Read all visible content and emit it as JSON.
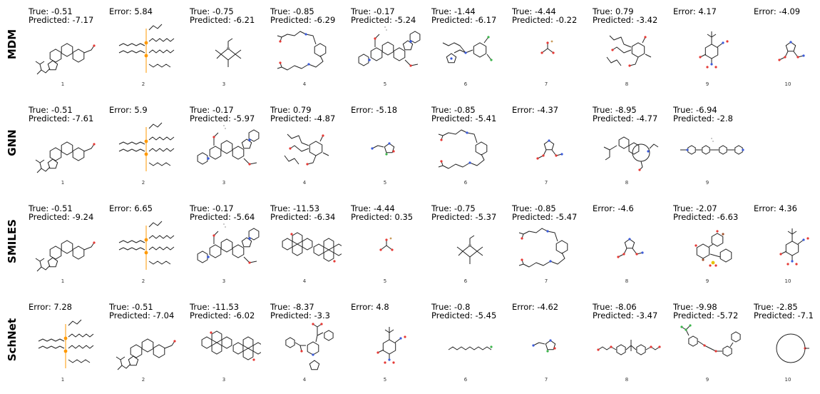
{
  "rows": [
    {
      "method": "MDM",
      "cells": [
        {
          "idx": "1",
          "line1": "True: -0.51",
          "line2": "Predicted: -7.17",
          "mol": "steroid"
        },
        {
          "idx": "2",
          "line1": "Error: 5.84",
          "line2": "",
          "mol": "phosphonium"
        },
        {
          "idx": "3",
          "line1": "True: -0.75",
          "line2": "Predicted: -6.21",
          "mol": "tin"
        },
        {
          "idx": "4",
          "line1": "True: -0.85",
          "line2": "Predicted: -6.29",
          "mol": "macrocycle"
        },
        {
          "idx": "5",
          "line1": "True: -0.17",
          "line2": "Predicted: -5.24",
          "mol": "pancuronium"
        },
        {
          "idx": "6",
          "line1": "True: -1.44",
          "line2": "Predicted: -6.17",
          "mol": "aryl"
        },
        {
          "idx": "7",
          "line1": "True: -4.44",
          "line2": "Predicted: -0.22",
          "mol": "small"
        },
        {
          "idx": "8",
          "line1": "True: 0.79",
          "line2": "Predicted: -3.42",
          "mol": "cyclohexenone"
        },
        {
          "idx": "9",
          "line1": "Error: 4.17",
          "line2": "",
          "mol": "nitro"
        },
        {
          "idx": "10",
          "line1": "Error: -4.09",
          "line2": "",
          "mol": "imidazole"
        }
      ]
    },
    {
      "method": "GNN",
      "cells": [
        {
          "idx": "1",
          "line1": "True: -0.51",
          "line2": "Predicted: -7.61",
          "mol": "steroid"
        },
        {
          "idx": "2",
          "line1": "Error: 5.9",
          "line2": "",
          "mol": "phosphonium"
        },
        {
          "idx": "3",
          "line1": "True: -0.17",
          "line2": "Predicted: -5.97",
          "mol": "pancuronium"
        },
        {
          "idx": "4",
          "line1": "True: 0.79",
          "line2": "Predicted: -4.87",
          "mol": "cyclohexenone"
        },
        {
          "idx": "5",
          "line1": "Error: -5.18",
          "line2": "",
          "mol": "hydantoin"
        },
        {
          "idx": "6",
          "line1": "True: -0.85",
          "line2": "Predicted: -5.41",
          "mol": "macrocycle"
        },
        {
          "idx": "7",
          "line1": "Error: -4.37",
          "line2": "",
          "mol": "imidazole"
        },
        {
          "idx": "8",
          "line1": "True: -8.95",
          "line2": "Predicted: -4.77",
          "mol": "alkaloid"
        },
        {
          "idx": "9",
          "line1": "True: -6.94",
          "line2": "Predicted: -2.8",
          "mol": "bipyridinium"
        },
        {
          "idx": "",
          "line1": "",
          "line2": "",
          "mol": "none"
        }
      ]
    },
    {
      "method": "SMILES",
      "cells": [
        {
          "idx": "1",
          "line1": "True: -0.51",
          "line2": "Predicted: -9.24",
          "mol": "steroid"
        },
        {
          "idx": "2",
          "line1": "Error: 6.65",
          "line2": "",
          "mol": "phosphonium"
        },
        {
          "idx": "3",
          "line1": "True: -0.17",
          "line2": "Predicted: -5.64",
          "mol": "pancuronium"
        },
        {
          "idx": "4",
          "line1": "True: -11.53",
          "line2": "Predicted: -6.34",
          "mol": "anthraquinone"
        },
        {
          "idx": "5",
          "line1": "True: -4.44",
          "line2": "Predicted: 0.35",
          "mol": "small"
        },
        {
          "idx": "6",
          "line1": "True: -0.75",
          "line2": "Predicted: -5.37",
          "mol": "tin"
        },
        {
          "idx": "7",
          "line1": "True: -0.85",
          "line2": "Predicted: -5.47",
          "mol": "macrocycle"
        },
        {
          "idx": "8",
          "line1": "Error: -4.6",
          "line2": "",
          "mol": "imidazole"
        },
        {
          "idx": "9",
          "line1": "True: -2.07",
          "line2": "Predicted: -6.63",
          "mol": "sulfonphthalein"
        },
        {
          "idx": "10",
          "line1": "Error: 4.36",
          "line2": "",
          "mol": "nitro"
        }
      ]
    },
    {
      "method": "SchNet",
      "cells": [
        {
          "idx": "1",
          "line1": "Error: 7.28",
          "line2": "",
          "mol": "phosphonium"
        },
        {
          "idx": "2",
          "line1": "True: -0.51",
          "line2": "Predicted: -7.04",
          "mol": "steroid"
        },
        {
          "idx": "3",
          "line1": "True: -11.53",
          "line2": "Predicted: -6.02",
          "mol": "anthraquinone"
        },
        {
          "idx": "4",
          "line1": "True: -8.37",
          "line2": "Predicted: -3.3",
          "mol": "piperidine"
        },
        {
          "idx": "5",
          "line1": "Error: 4.8",
          "line2": "",
          "mol": "nitro"
        },
        {
          "idx": "6",
          "line1": "True: -0.8",
          "line2": "Predicted: -5.45",
          "mol": "chain"
        },
        {
          "idx": "7",
          "line1": "Error: -4.62",
          "line2": "",
          "mol": "hydantoin"
        },
        {
          "idx": "8",
          "line1": "True: -8.06",
          "line2": "Predicted: -3.47",
          "mol": "diester"
        },
        {
          "idx": "9",
          "line1": "True: -9.98",
          "line2": "Predicted: -5.72",
          "mol": "diphenylether"
        },
        {
          "idx": "10",
          "line1": "True: -2.85",
          "line2": "Predicted: -7.1",
          "mol": "macroring"
        }
      ]
    }
  ],
  "colors": {
    "text": "#000000",
    "bond": "#222222",
    "oxygen": "#e53935",
    "nitrogen": "#3b5bdb",
    "phosphorus": "#ff9900",
    "sulfur": "#e6c200",
    "halogen": "#3cb44b"
  }
}
